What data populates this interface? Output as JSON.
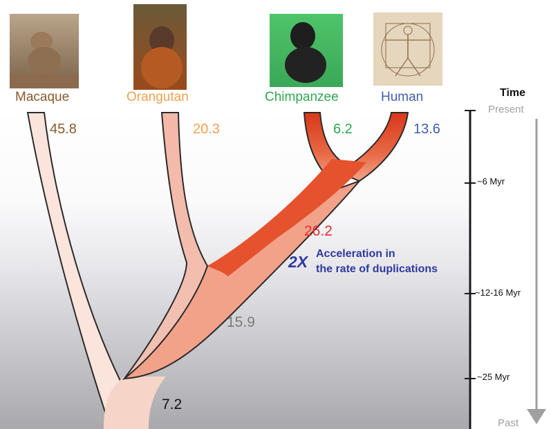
{
  "species": [
    {
      "name": "Macaque",
      "color": "#8a5a2b",
      "photo_icon": "macaque-photo"
    },
    {
      "name": "Orangutan",
      "color": "#f0a050",
      "photo_icon": "orangutan-photo"
    },
    {
      "name": "Chimpanzee",
      "color": "#2fa84f",
      "photo_icon": "chimpanzee-photo"
    },
    {
      "name": "Human",
      "color": "#4060b0",
      "photo_icon": "vitruvian-man-drawing"
    }
  ],
  "branch_rates": {
    "macaque": "45.8",
    "orangutan": "20.3",
    "chimpanzee": "6.2",
    "human": "13.6",
    "human_chimp_ancestor": "26.2",
    "great_ape_ancestor": "15.9",
    "root": "7.2"
  },
  "rate_colors": {
    "macaque": "#8a5a2b",
    "orangutan": "#f0a050",
    "chimpanzee": "#2fa84f",
    "human": "#4060b0",
    "human_chimp_ancestor": "#e03030",
    "great_ape_ancestor": "#7a7a7a",
    "root": "#111111"
  },
  "acceleration": {
    "multiplier": "2X",
    "line1": "Acceleration in",
    "line2": "the rate of duplications",
    "color": "#2e3a9e"
  },
  "timeline": {
    "title": "Time",
    "present_label": "Present",
    "past_label": "Past",
    "ticks": [
      "~6 Myr",
      "~12-16 Myr",
      "~25 Myr"
    ]
  }
}
